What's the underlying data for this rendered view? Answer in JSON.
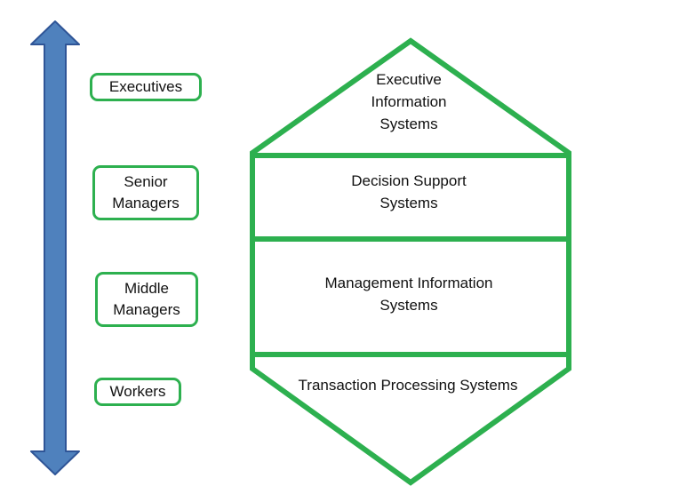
{
  "roles": [
    {
      "label": "Executives"
    },
    {
      "label": "Senior\nManagers"
    },
    {
      "label": "Middle\nManagers"
    },
    {
      "label": "Workers"
    }
  ],
  "layers": [
    {
      "label": "Executive\nInformation\nSystems"
    },
    {
      "label": "Decision Support\nSystems"
    },
    {
      "label": "Management Information\nSystems"
    },
    {
      "label": "Transaction Processing Systems"
    }
  ],
  "colors": {
    "arrow_fill": "#4f81bd",
    "arrow_stroke": "#2f5597",
    "outline": "#2db04f"
  },
  "icons": {
    "arrow": "double-headed-vertical-arrow"
  }
}
